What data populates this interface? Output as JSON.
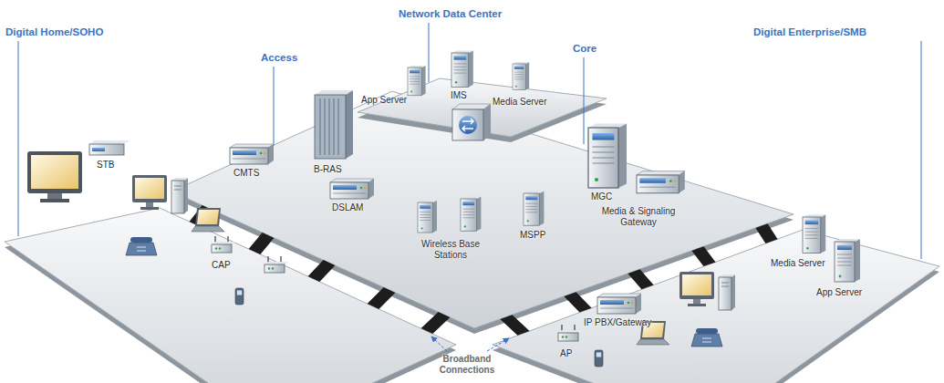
{
  "diagram": {
    "nodes": [
      {
        "text": [
          "Network Data Center"
        ]
      },
      {
        "text": [
          "Access",
          "Core"
        ]
      },
      {
        "text": [
          "Digital Home/SOHO"
        ]
      },
      {
        "text": [
          "Digital Enterprise/SMB"
        ]
      }
    ],
    "labels": [
      "App Server",
      "IMS",
      "Media Server",
      "CMTS",
      "B-RAS",
      "DSLAM",
      "MGC",
      "Media & Signaling Gateway",
      "STB",
      "Wireless Base Stations",
      "MSPP",
      "Media Server",
      "IP PBX/Gateway",
      "App Server",
      "CAP",
      "AP",
      "Broadband Connections"
    ]
  }
}
